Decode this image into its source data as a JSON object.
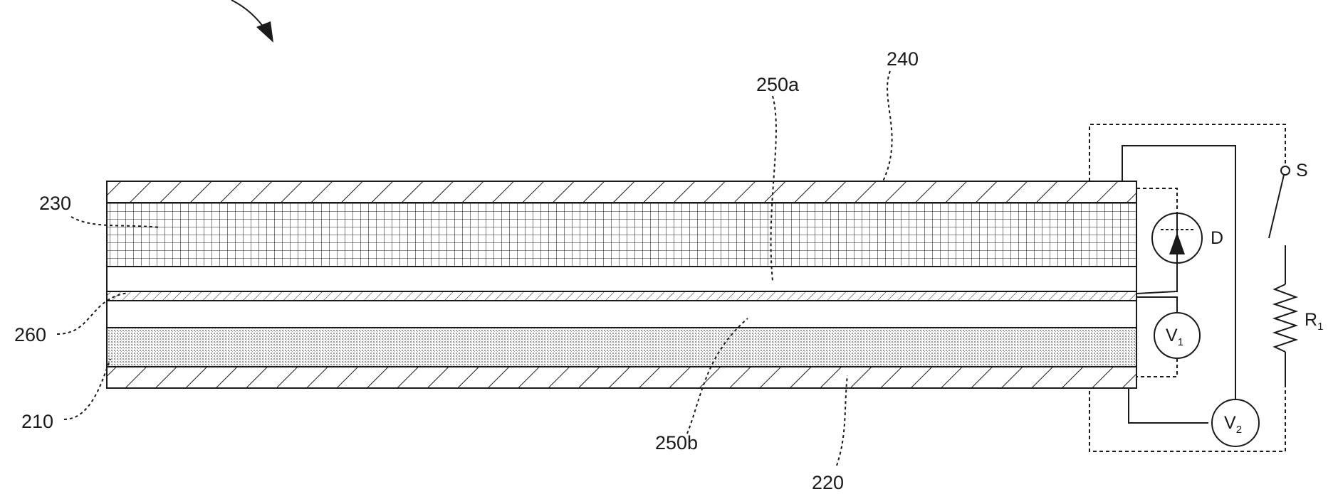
{
  "figure": {
    "layers": [
      {
        "id": "240",
        "name": "layer-240",
        "pattern": "diagonal-hatch"
      },
      {
        "id": "230",
        "name": "layer-230",
        "pattern": "grid"
      },
      {
        "id": "250a",
        "name": "layer-250a",
        "pattern": "blank"
      },
      {
        "id": "260",
        "name": "layer-260",
        "pattern": "fine-hatch"
      },
      {
        "id": "250b",
        "name": "layer-250b",
        "pattern": "blank"
      },
      {
        "id": "210",
        "name": "layer-210",
        "pattern": "stipple"
      },
      {
        "id": "220",
        "name": "layer-220",
        "pattern": "diagonal-hatch"
      }
    ],
    "reference_labels": {
      "l240": "240",
      "l250a": "250a",
      "l230": "230",
      "l260": "260",
      "l210": "210",
      "l250b": "250b",
      "l220": "220"
    },
    "circuit": {
      "diode": "D",
      "switch": "S",
      "resistor": "R",
      "resistor_sub": "1",
      "voltmeter1": "V",
      "voltmeter1_sub": "1",
      "voltmeter2": "V",
      "voltmeter2_sub": "2"
    }
  },
  "colors": {
    "ink": "#1a1a1a",
    "stipple": "#bdbdbd",
    "background": "#ffffff"
  }
}
